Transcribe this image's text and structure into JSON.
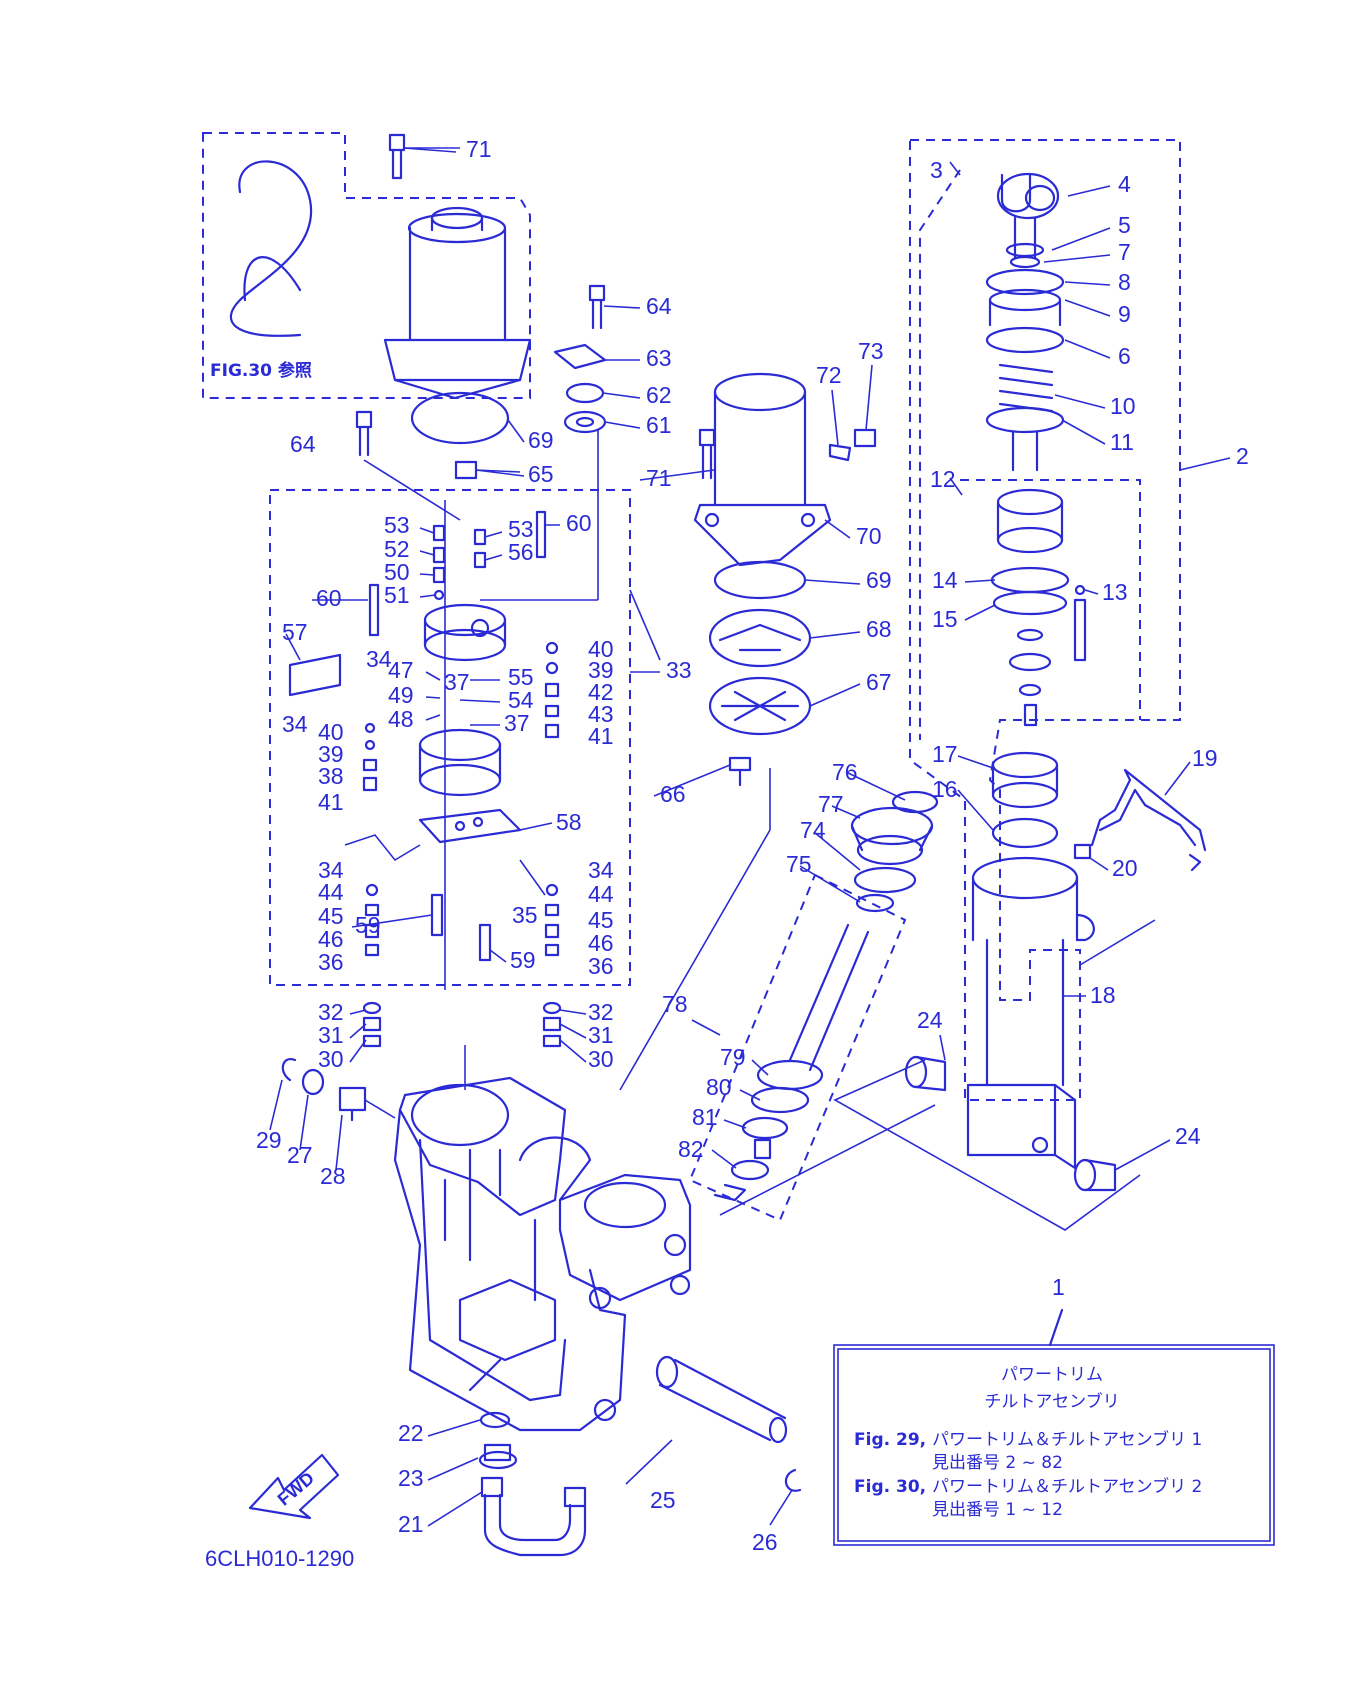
{
  "reference_box": {
    "label": "FIG.30 参照"
  },
  "diagram_code": "6CLH010-1290",
  "fwd_label": "FWD",
  "legend": {
    "title_line1": "パワートリム",
    "title_line2": "チルトアセンブリ",
    "ref1_fig": "Fig. 29,",
    "ref1_name": "パワートリム＆チルトアセンブリ 1",
    "ref1_range": "見出番号 2 ~ 82",
    "ref2_fig": "Fig. 30,",
    "ref2_name": "パワートリム＆チルトアセンブリ 2",
    "ref2_range": "見出番号 1 ~ 12"
  },
  "callouts": [
    "1",
    "2",
    "3",
    "4",
    "5",
    "6",
    "7",
    "8",
    "9",
    "10",
    "11",
    "12",
    "13",
    "14",
    "15",
    "16",
    "17",
    "18",
    "19",
    "20",
    "21",
    "22",
    "23",
    "24",
    "24",
    "25",
    "26",
    "27",
    "28",
    "29",
    "30",
    "30",
    "31",
    "31",
    "32",
    "32",
    "33",
    "34",
    "34",
    "34",
    "34",
    "35",
    "36",
    "36",
    "37",
    "37",
    "38",
    "39",
    "39",
    "40",
    "40",
    "41",
    "41",
    "42",
    "43",
    "44",
    "44",
    "45",
    "45",
    "46",
    "46",
    "47",
    "48",
    "49",
    "50",
    "51",
    "52",
    "53",
    "53",
    "54",
    "55",
    "56",
    "57",
    "58",
    "59",
    "59",
    "60",
    "60",
    "61",
    "62",
    "63",
    "64",
    "64",
    "65",
    "66",
    "67",
    "68",
    "69",
    "69",
    "70",
    "71",
    "71",
    "72",
    "73",
    "74",
    "75",
    "76",
    "77",
    "78",
    "79",
    "80",
    "81",
    "82"
  ]
}
